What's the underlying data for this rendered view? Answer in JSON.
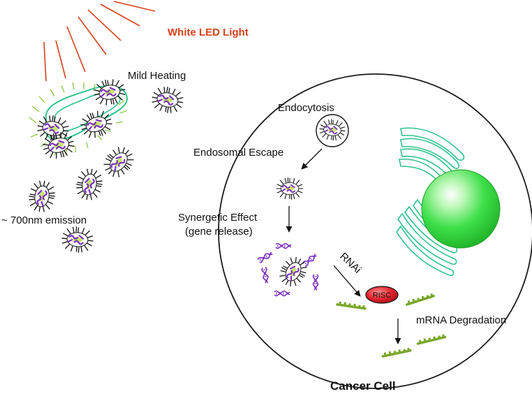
{
  "labels": {
    "white_led_light": "White LED Light",
    "mild_heating": "Mild Heating",
    "emission": "~ 700nm emission",
    "endocytosis": "Endocytosis",
    "endosomal_escape": "Endosomal Escape",
    "synergetic_effect": "Synergetic Effect",
    "gene_release": "(gene release)",
    "rnai": "RNAi",
    "risc": "RISC",
    "mrna_degradation": "mRNA Degradation",
    "cancer_cell": "Cancer Cell"
  },
  "colors": {
    "light_rays": "#d8401c",
    "led_label": "#d8401c",
    "heat_dashes": "#8cc63f",
    "cell_outline": "#1a1a1a",
    "nucleus": "#3fe04a",
    "golgi_er": "#2cc48a",
    "nanoparticle_core": "#7b2fbf",
    "nanoparticle_spikes": "#111111",
    "nanoparticle_glow": "#c8e86a",
    "sirna": "#7b2fbf",
    "mrna": "#7aa62a",
    "risc": "#e0202a"
  },
  "icons": {
    "nanoparticle": "spiky-nanoparticle-icon",
    "nucleus": "nucleus-sphere-icon",
    "risc": "risc-complex-icon",
    "sirna": "sirna-duplex-icon",
    "mrna": "mrna-strand-icon",
    "rays": "light-rays-icon"
  }
}
